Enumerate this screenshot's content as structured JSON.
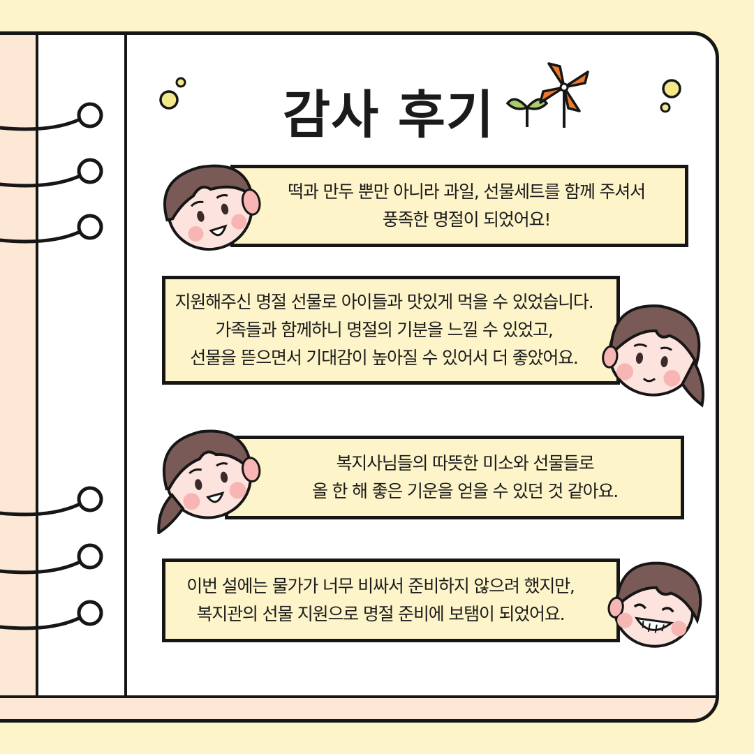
{
  "header": {
    "title": "감사 후기"
  },
  "reviews": [
    {
      "lines": [
        "떡과 만두 뿐만 아니라 과일, 선물세트를 함께 주셔서",
        "풍족한 명절이 되었어요!"
      ]
    },
    {
      "lines": [
        "지원해주신 명절 선물로 아이들과 맛있게 먹을 수 있었습니다.",
        "가족들과 함께하니 명절의 기분을 느낄 수 있었고,",
        "선물을 뜯으면서 기대감이 높아질 수 있어서 더 좋았어요."
      ]
    },
    {
      "lines": [
        "복지사님들의 따뜻한 미소와 선물들로",
        "올 한 해 좋은 기운을 얻을 수 있던 것 같아요."
      ]
    },
    {
      "lines": [
        "이번 설에는 물가가 너무 비싸서 준비하지 않으려 했지만,",
        "복지관의 선물 지원으로 명절 준비에 보탬이 되었어요."
      ]
    }
  ],
  "colors": {
    "background": "#fdf4c9",
    "paper": "#ffffff",
    "margin": "#fde8d6",
    "bubble": "#fdf4c9",
    "outline": "#161616",
    "accent_orange": "#ee7a2b",
    "hair": "#7a5a57",
    "skin": "#fde3de",
    "cheek": "#f7b6b4"
  },
  "icons": [
    "pinwheel-icon",
    "sprout-icon",
    "dot-bubble-icon",
    "notebook-ring-icon"
  ]
}
